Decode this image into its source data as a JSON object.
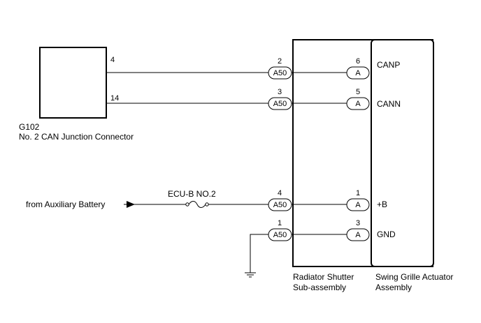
{
  "left_component": {
    "ref": "G102",
    "name": "No. 2 CAN Junction Connector",
    "pins": [
      "4",
      "14"
    ]
  },
  "middle_component": {
    "name_line1": "Radiator Shutter",
    "name_line2": "Sub-assembly",
    "connector": "A50",
    "pins": [
      "2",
      "3",
      "4",
      "1"
    ]
  },
  "right_component": {
    "name_line1": "Swing Grille Actuator",
    "name_line2": "Assembly",
    "connector": "A",
    "pins": [
      "6",
      "5",
      "1",
      "3"
    ],
    "signals": [
      "CANP",
      "CANN",
      "+B",
      "GND"
    ]
  },
  "power": {
    "source_label": "from Auxiliary Battery",
    "fuse_label": "ECU-B NO.2"
  }
}
